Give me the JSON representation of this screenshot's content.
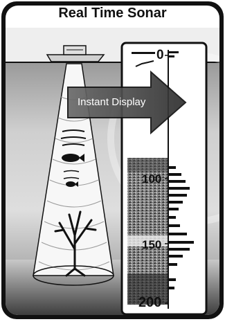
{
  "title": "Real Time Sonar",
  "arrow_label": "Instant Display",
  "depth_labels": [
    "0",
    "100",
    "150",
    "200"
  ],
  "icons": {
    "boat": "boat-icon",
    "fish_large": "fish-icon",
    "fish_small": "fish-icon",
    "tree": "sunken-tree-icon"
  },
  "colors": {
    "frame": "#111111",
    "water": "#c9c9c9",
    "sky": "#e6e6e6",
    "arrow": "#4a4a4a",
    "display_bg": "#ffffff"
  }
}
